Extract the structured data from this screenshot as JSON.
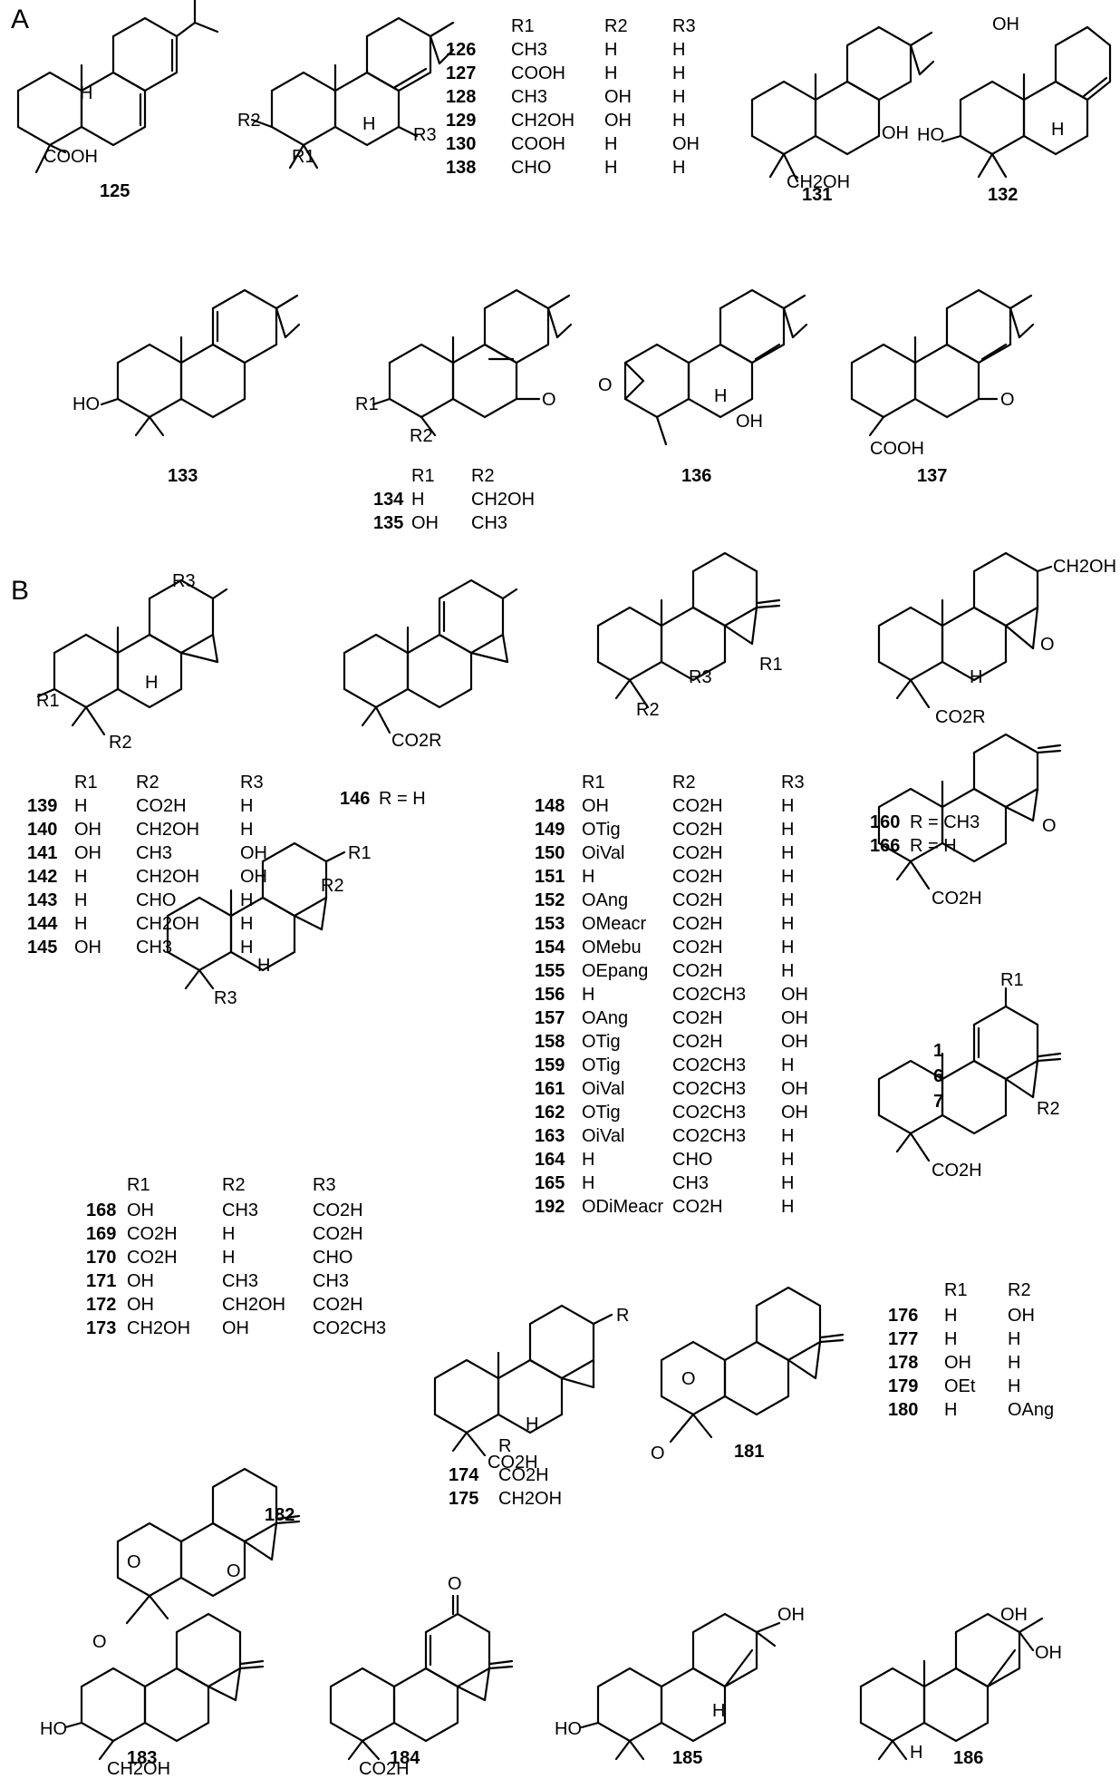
{
  "panels": {
    "a": "A",
    "b": "B"
  },
  "labels": {
    "c125": "125",
    "c131": "131",
    "c132": "132",
    "c133": "133",
    "c136": "136",
    "c137": "137",
    "c146": "146",
    "c146r": "R = H",
    "c181": "181",
    "c182": "182",
    "c183": "183",
    "c184": "184",
    "c185": "185",
    "c186": "186",
    "c1": "1",
    "c6": "6",
    "c7": "7",
    "c160": "160",
    "c160r": "R = CH3",
    "c166": "166",
    "c166r": "R = H"
  },
  "atoms": {
    "cooh": "COOH",
    "ch2oh": "CH2OH",
    "oh": "OH",
    "ho": "HO",
    "h": "H",
    "o": "O",
    "co2h": "CO2H",
    "co2r": "CO2R",
    "r": "R",
    "r1": "R1",
    "r2": "R2",
    "r3": "R3"
  },
  "tables": {
    "t126": {
      "header": [
        "R1",
        "R2",
        "R3"
      ],
      "rows": [
        [
          "126",
          "CH3",
          "H",
          "H"
        ],
        [
          "127",
          "COOH",
          "H",
          "H"
        ],
        [
          "128",
          "CH3",
          "OH",
          "H"
        ],
        [
          "129",
          "CH2OH",
          "OH",
          "H"
        ],
        [
          "130",
          "COOH",
          "H",
          "OH"
        ],
        [
          "138",
          "CHO",
          "H",
          "H"
        ]
      ]
    },
    "t134": {
      "header": [
        "R1",
        "R2"
      ],
      "rows": [
        [
          "134",
          "H",
          "CH2OH"
        ],
        [
          "135",
          "OH",
          "CH3"
        ]
      ]
    },
    "t139": {
      "header": [
        "R1",
        "R2",
        "R3"
      ],
      "rows": [
        [
          "139",
          "H",
          "CO2H",
          "H"
        ],
        [
          "140",
          "OH",
          "CH2OH",
          "H"
        ],
        [
          "141",
          "OH",
          "CH3",
          "OH"
        ],
        [
          "142",
          "H",
          "CH2OH",
          "OH"
        ],
        [
          "143",
          "H",
          "CHO",
          "H"
        ],
        [
          "144",
          "H",
          "CH2OH",
          "H"
        ],
        [
          "145",
          "OH",
          "CH3",
          "H"
        ]
      ]
    },
    "t148": {
      "header": [
        "R1",
        "R2",
        "R3"
      ],
      "rows": [
        [
          "148",
          "OH",
          "CO2H",
          "H"
        ],
        [
          "149",
          "OTig",
          "CO2H",
          "H"
        ],
        [
          "150",
          "OiVal",
          "CO2H",
          "H"
        ],
        [
          "151",
          "H",
          "CO2H",
          "H"
        ],
        [
          "152",
          "OAng",
          "CO2H",
          "H"
        ],
        [
          "153",
          "OMeacr",
          "CO2H",
          "H"
        ],
        [
          "154",
          "OMebu",
          "CO2H",
          "H"
        ],
        [
          "155",
          "OEpang",
          "CO2H",
          "H"
        ],
        [
          "156",
          "H",
          "CO2CH3",
          "OH"
        ],
        [
          "157",
          "OAng",
          "CO2H",
          "OH"
        ],
        [
          "158",
          "OTig",
          "CO2H",
          "OH"
        ],
        [
          "159",
          "OTig",
          "CO2CH3",
          "H"
        ],
        [
          "161",
          "OiVal",
          "CO2CH3",
          "OH"
        ],
        [
          "162",
          "OTig",
          "CO2CH3",
          "OH"
        ],
        [
          "163",
          "OiVal",
          "CO2CH3",
          "H"
        ],
        [
          "164",
          "H",
          "CHO",
          "H"
        ],
        [
          "165",
          "H",
          "CH3",
          "H"
        ],
        [
          "192",
          "ODiMeacr",
          "CO2H",
          "H"
        ]
      ]
    },
    "t168": {
      "header": [
        "R1",
        "R2",
        "R3"
      ],
      "rows": [
        [
          "168",
          "OH",
          "CH3",
          "CO2H"
        ],
        [
          "169",
          "CO2H",
          "H",
          "CO2H"
        ],
        [
          "170",
          "CO2H",
          "H",
          "CHO"
        ],
        [
          "171",
          "OH",
          "CH3",
          "CH3"
        ],
        [
          "172",
          "OH",
          "CH2OH",
          "CO2H"
        ],
        [
          "173",
          "CH2OH",
          "OH",
          "CO2CH3"
        ]
      ]
    },
    "t174": {
      "header": [
        "R"
      ],
      "rows": [
        [
          "174",
          "CO2H"
        ],
        [
          "175",
          "CH2OH"
        ]
      ]
    },
    "t176": {
      "header": [
        "R1",
        "R2"
      ],
      "rows": [
        [
          "176",
          "H",
          "OH"
        ],
        [
          "177",
          "H",
          "H"
        ],
        [
          "178",
          "OH",
          "H"
        ],
        [
          "179",
          "OEt",
          "H"
        ],
        [
          "180",
          "H",
          "OAng"
        ]
      ]
    }
  }
}
